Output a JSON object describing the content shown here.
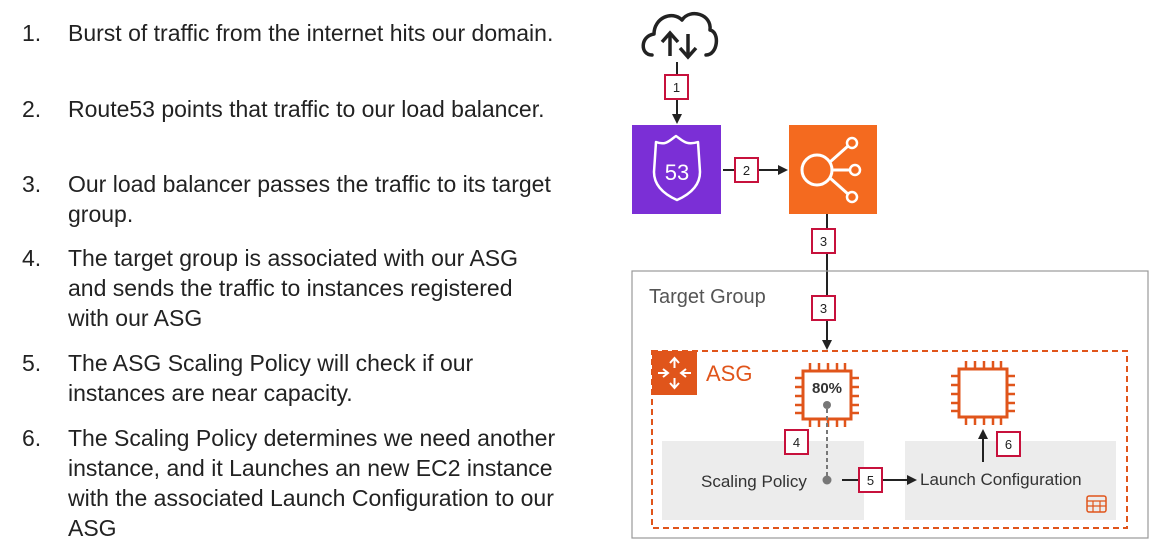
{
  "steps": [
    {
      "number": "1.",
      "text": "Burst of traffic from the internet hits our domain."
    },
    {
      "number": "2.",
      "text": "Route53 points that traffic to our load balancer."
    },
    {
      "number": "3.",
      "text": "Our load balancer passes the traffic to its target group."
    },
    {
      "number": "4.",
      "text": "The target group is associated with our ASG and sends the traffic to instances registered with our ASG"
    },
    {
      "number": "5.",
      "text": "The ASG Scaling Policy will check if our instances are near capacity."
    },
    {
      "number": "6.",
      "text": "The Scaling Policy determines we need another instance, and it Launches an new EC2 instance with the associated Launch Configuration to our ASG"
    }
  ],
  "diagram": {
    "route53_label": "53",
    "target_group_label": "Target Group",
    "asg_label": "ASG",
    "cpu_usage_label": "80%",
    "scaling_policy_label": "Scaling Policy",
    "launch_configuration_label": "Launch Configuration",
    "step_badges": [
      "1",
      "2",
      "3",
      "3",
      "4",
      "5",
      "6"
    ],
    "colors": {
      "route53": "#7b2fd6",
      "load_balancer": "#f46a1f",
      "asg_orange": "#e0551b",
      "badge_red": "#c7113c"
    }
  }
}
